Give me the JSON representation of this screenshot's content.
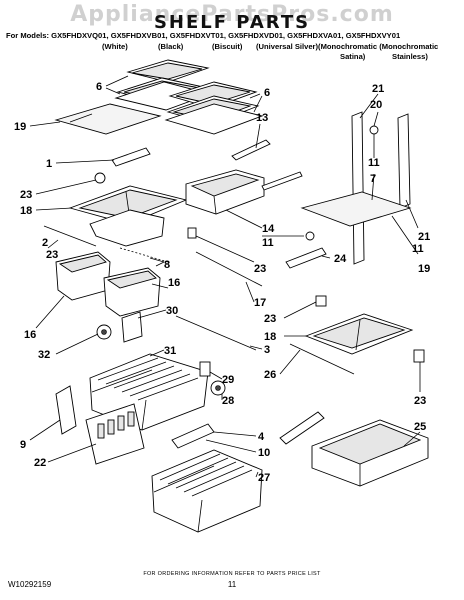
{
  "watermark": "AppliancePartsPros.com",
  "title": "SHELF PARTS",
  "models_prefix": "For Models:",
  "models": [
    "GX5FHDXVQ01,",
    "GX5FHDXVB01,",
    "GX5FHDXVT01,",
    "GX5FHDXVD01,",
    "GX5FHDXVA01,",
    "GX5FHDXVY01"
  ],
  "variants": [
    "(White)",
    "(Black)",
    "(Biscuit)",
    "(Universal Silver)(Monochromatic (Monochromatic",
    "Satina)",
    "Stainless)"
  ],
  "callouts": [
    "6",
    "6",
    "19",
    "13",
    "1",
    "23",
    "18",
    "14",
    "11",
    "23",
    "2",
    "8",
    "16",
    "16",
    "23",
    "17",
    "30",
    "31",
    "32",
    "3",
    "29",
    "28",
    "9",
    "22",
    "4",
    "10",
    "27",
    "21",
    "20",
    "11",
    "7",
    "21",
    "11",
    "19",
    "24",
    "23",
    "18",
    "26",
    "23",
    "25"
  ],
  "footer": {
    "code": "W10292159",
    "notice": "FOR ORDERING INFORMATION REFER TO PARTS PRICE LIST",
    "page": "11"
  }
}
